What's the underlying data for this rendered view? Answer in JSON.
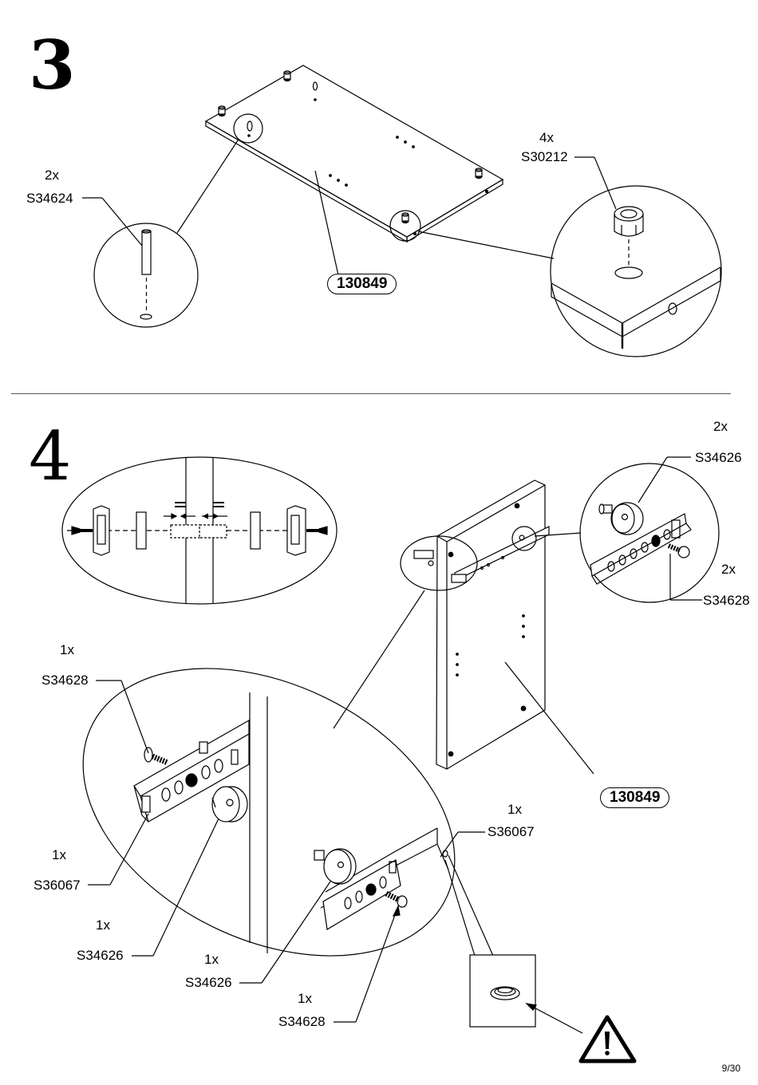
{
  "steps": [
    {
      "number": "3",
      "board_label": "130849",
      "callouts": [
        {
          "qty": "2x",
          "part": "S34624"
        },
        {
          "qty": "4x",
          "part": "S30212"
        }
      ]
    },
    {
      "number": "4",
      "board_label": "130849",
      "callouts": [
        {
          "qty": "2x",
          "part": "S34626"
        },
        {
          "qty": "2x",
          "part": "S34628"
        },
        {
          "qty": "1x",
          "part": "S34628"
        },
        {
          "qty": "1x",
          "part": "S36067"
        },
        {
          "qty": "1x",
          "part": "S34626"
        },
        {
          "qty": "1x",
          "part": "S34626"
        },
        {
          "qty": "1x",
          "part": "S34628"
        },
        {
          "qty": "1x",
          "part": "S36067"
        }
      ]
    }
  ],
  "page_number": "9/30",
  "icons": [
    "warning-icon"
  ]
}
